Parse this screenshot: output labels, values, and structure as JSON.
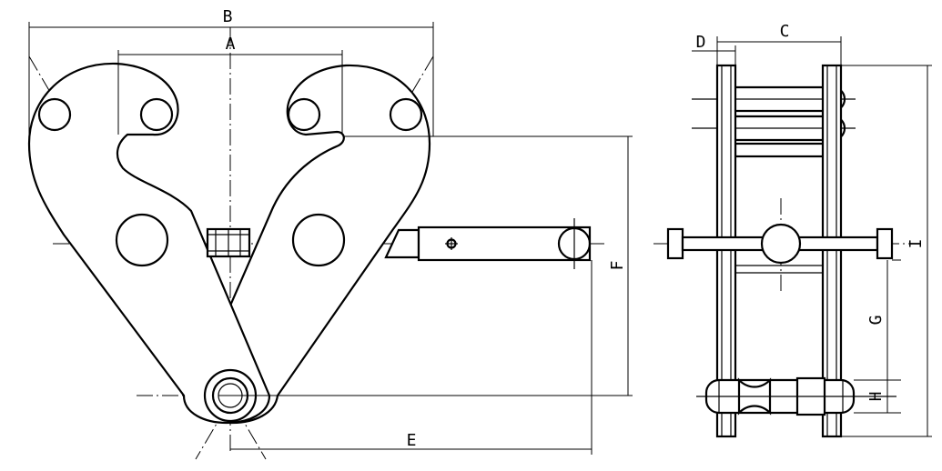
{
  "dimension_labels": {
    "A": "A",
    "B": "B",
    "C": "C",
    "D": "D",
    "E": "E",
    "F": "F",
    "G": "G",
    "H": "H",
    "I": "I"
  }
}
